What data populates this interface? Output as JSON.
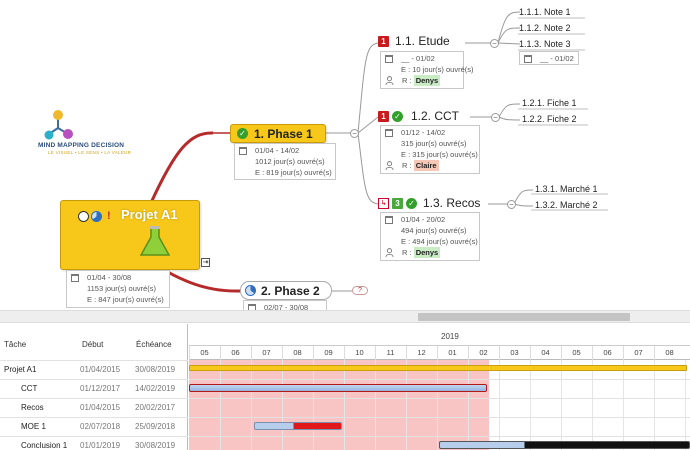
{
  "logo": {
    "name": "MIND MAPPING DECISION",
    "tagline": "LE VISUEL • LE SENS • LA VALEUR"
  },
  "root": {
    "title": "Projet A1",
    "dates": "01/04 - 30/08",
    "workload": "1153 jour(s) ouvré(s)",
    "estimate": "E : 847 jour(s) ouvré(s)"
  },
  "phase1": {
    "title": "1. Phase 1",
    "dates": "01/04 - 14/02",
    "workload": "1012 jour(s) ouvré(s)",
    "estimate": "E : 819 jour(s) ouvré(s)"
  },
  "phase2": {
    "title": "2. Phase 2",
    "dates": "02/07 - 30/08",
    "note_badge": "?"
  },
  "etude": {
    "title": "1.1. Etude",
    "priority": "1",
    "dates": "__ - 01/02",
    "estimate": "E : 10 jour(s) ouvré(s)",
    "resource_prefix": "R :",
    "resource": "Denys",
    "notes": [
      "1.1.1. Note 1",
      "1.1.2. Note 2",
      "1.1.3. Note 3"
    ],
    "note3_dates": "__ - 01/02"
  },
  "cct": {
    "title": "1.2. CCT",
    "priority": "1",
    "dates": "01/12 - 14/02",
    "workload": "315 jour(s) ouvré(s)",
    "estimate": "E : 315 jour(s) ouvré(s)",
    "resource_prefix": "R :",
    "resource": "Claire",
    "leaves": [
      "1.2.1. Fiche 1",
      "1.2.2. Fiche 2"
    ]
  },
  "recos": {
    "title": "1.3. Recos",
    "priority": "3",
    "dates": "01/04 - 20/02",
    "workload": "494 jour(s) ouvré(s)",
    "estimate": "E : 494 jour(s) ouvré(s)",
    "resource_prefix": "R :",
    "resource": "Denys",
    "leaves": [
      "1.3.1. Marché 1",
      "1.3.2. Marché 2"
    ]
  },
  "gantt": {
    "headers": {
      "task": "Tâche",
      "start": "Début",
      "end": "Échéance"
    },
    "year": "2019",
    "months": [
      "05",
      "06",
      "07",
      "08",
      "09",
      "10",
      "11",
      "12",
      "01",
      "02",
      "03",
      "04",
      "05",
      "06",
      "07",
      "08"
    ],
    "rows": [
      {
        "task": "Projet A1",
        "start": "01/04/2015",
        "end": "30/08/2019"
      },
      {
        "task": "CCT",
        "start": "01/12/2017",
        "end": "14/02/2019"
      },
      {
        "task": "Recos",
        "start": "01/04/2015",
        "end": "20/02/2017"
      },
      {
        "task": "MOE 1",
        "start": "02/07/2018",
        "end": "25/09/2018"
      },
      {
        "task": "Conclusion 1",
        "start": "01/01/2019",
        "end": "30/08/2019"
      }
    ],
    "colors": {
      "shade": "#f9c4c4",
      "bar_blue": "#a9c3e6",
      "bar_red": "#e0181a",
      "bar_black": "#111111",
      "summary": "#f7c819"
    }
  }
}
